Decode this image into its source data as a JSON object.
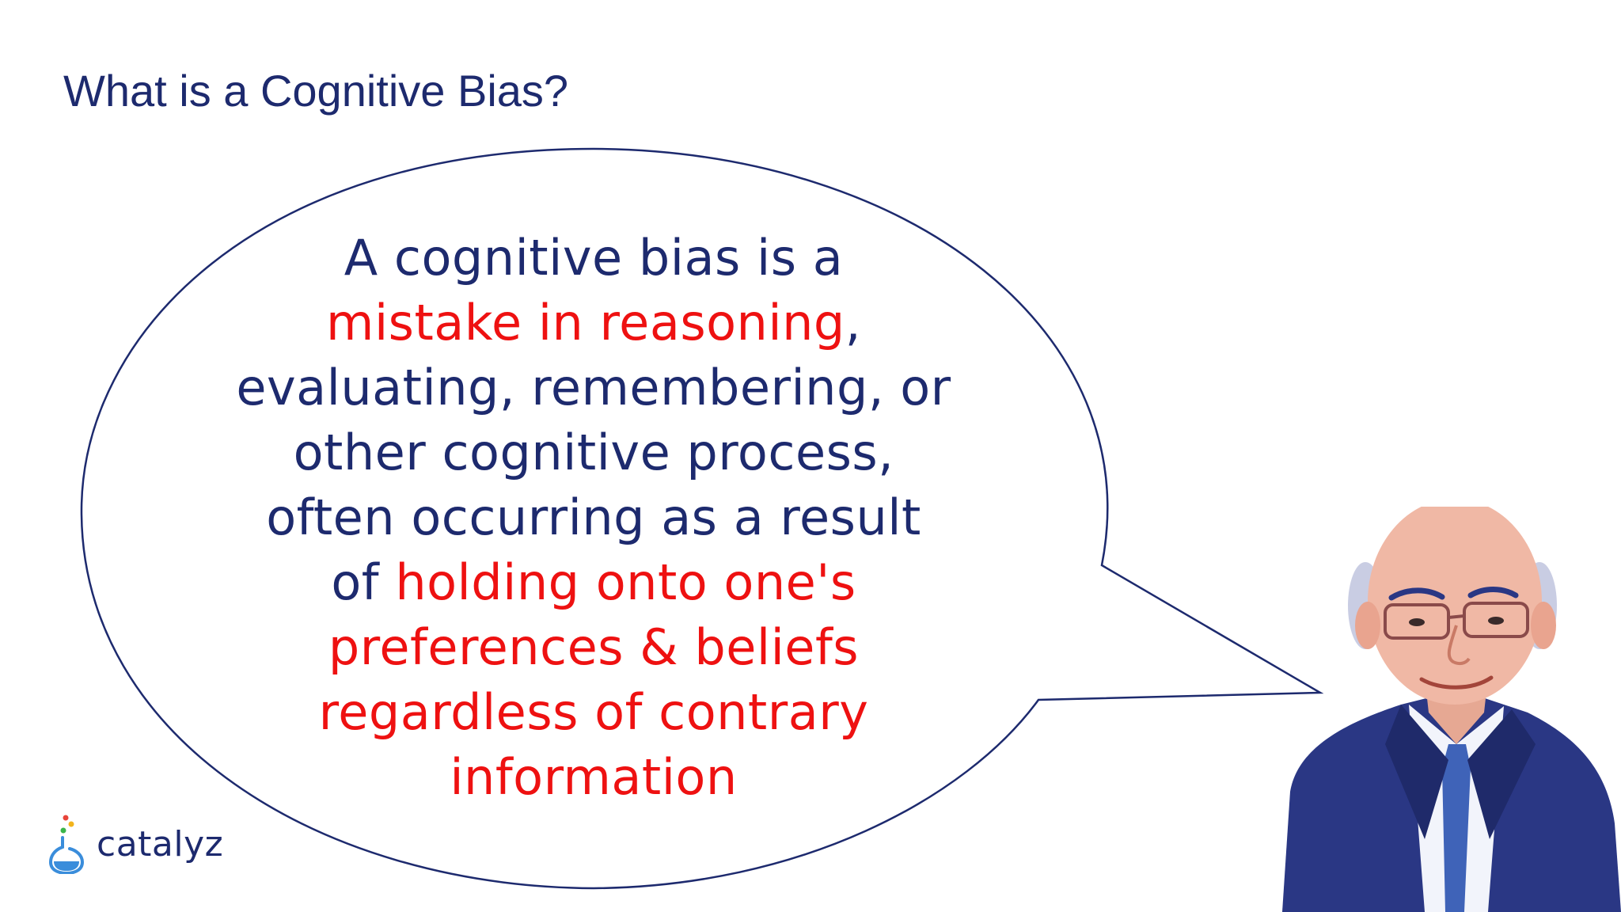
{
  "slide": {
    "title": "What is a Cognitive Bias?"
  },
  "quote": {
    "lines": [
      [
        {
          "text": "A cognitive bias is a",
          "highlight": false
        }
      ],
      [
        {
          "text": "mistake in reasoning",
          "highlight": true
        },
        {
          "text": ",",
          "highlight": false
        }
      ],
      [
        {
          "text": "evaluating, remembering, or",
          "highlight": false
        }
      ],
      [
        {
          "text": "other cognitive process,",
          "highlight": false
        }
      ],
      [
        {
          "text": "often occurring as a result",
          "highlight": false
        }
      ],
      [
        {
          "text": "of ",
          "highlight": false
        },
        {
          "text": "holding onto one's",
          "highlight": true
        }
      ],
      [
        {
          "text": "preferences & beliefs",
          "highlight": true
        }
      ],
      [
        {
          "text": "regardless of contrary",
          "highlight": true
        }
      ],
      [
        {
          "text": "information",
          "highlight": true
        }
      ]
    ]
  },
  "logo": {
    "text": "catalyz",
    "icon": "flask-icon"
  },
  "portrait": {
    "icon": "elderly-man-portrait-icon"
  },
  "colors": {
    "text": "#1d2a6e",
    "highlight": "#ee1111",
    "bubble_stroke": "#1d2a6e",
    "logo_accent": "#3a8ddb"
  }
}
